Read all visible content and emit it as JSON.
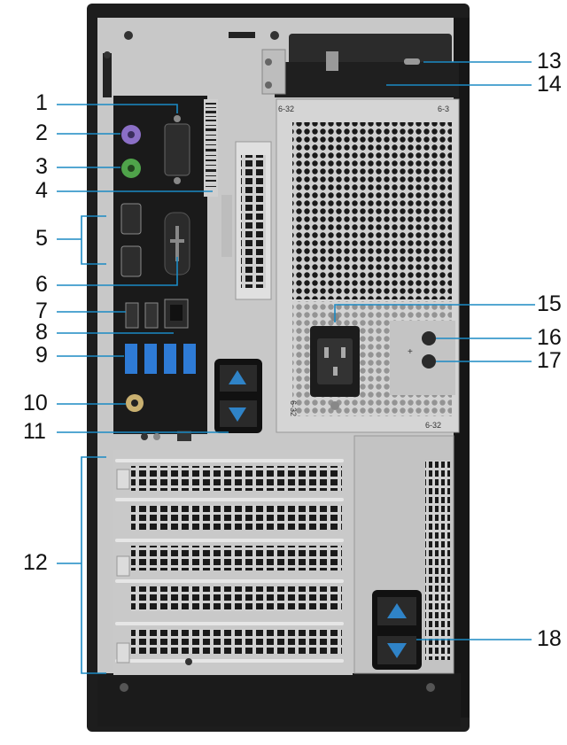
{
  "callouts": {
    "c1": "1",
    "c2": "2",
    "c3": "3",
    "c4": "4",
    "c5": "5",
    "c6": "6",
    "c7": "7",
    "c8": "8",
    "c9": "9",
    "c10": "10",
    "c11": "11",
    "c12": "12",
    "c13": "13",
    "c14": "14",
    "c15": "15",
    "c16": "16",
    "c17": "17",
    "c18": "18"
  },
  "screw_labels": {
    "psu_top_left": "6-32",
    "psu_top_right": "6-3",
    "side_vertical": "6-32",
    "psu_bottom": "6-32"
  },
  "colors": {
    "chassis": "#1d1d1d",
    "panel": "#c9c9c9",
    "io_plate": "#1a1a1a",
    "callout_line": "#1b8ac4",
    "usb3_blue": "#2e7bd6",
    "ps2_mouse": "#8b6fc6",
    "ps2_keyboard": "#4fa34a",
    "latch_blue": "#2f83c7"
  },
  "icons": {
    "lock": "padlock-icon",
    "latch_up": "arrow-up-icon",
    "latch_down": "arrow-down-icon",
    "power_socket": "iec-power-inlet-icon"
  }
}
